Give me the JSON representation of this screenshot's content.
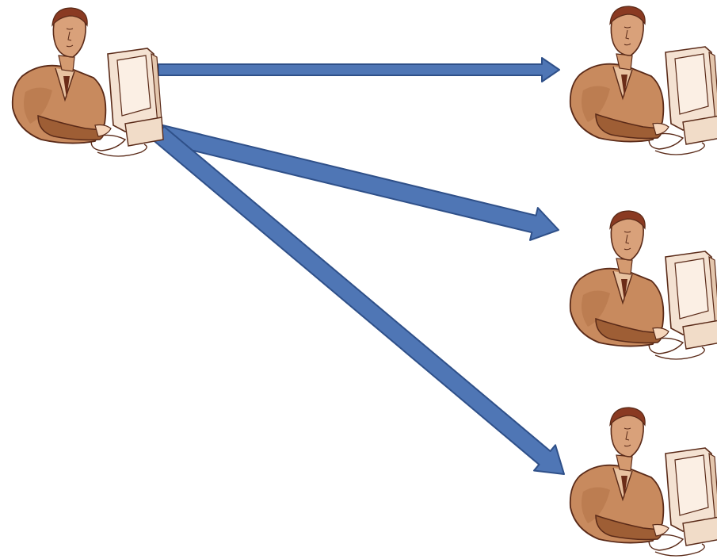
{
  "diagram": {
    "type": "one-to-many broadcast",
    "colors": {
      "arrow_fill": "#4F76B5",
      "arrow_stroke": "#2F5089",
      "skin": "#C88A5E",
      "skin_dark": "#9E5E35",
      "hair": "#8A3A22",
      "outline": "#5A2A18",
      "monitor": "#F4E2D2",
      "monitor_shadow": "#E4C7AE"
    },
    "nodes": [
      {
        "id": "sender",
        "icon": "person-at-computer-icon",
        "role": "sender"
      },
      {
        "id": "receiver-1",
        "icon": "person-at-computer-icon",
        "role": "receiver"
      },
      {
        "id": "receiver-2",
        "icon": "person-at-computer-icon",
        "role": "receiver"
      },
      {
        "id": "receiver-3",
        "icon": "person-at-computer-icon",
        "role": "receiver"
      }
    ],
    "edges": [
      {
        "from": "sender",
        "to": "receiver-1"
      },
      {
        "from": "sender",
        "to": "receiver-2"
      },
      {
        "from": "sender",
        "to": "receiver-3"
      }
    ]
  }
}
